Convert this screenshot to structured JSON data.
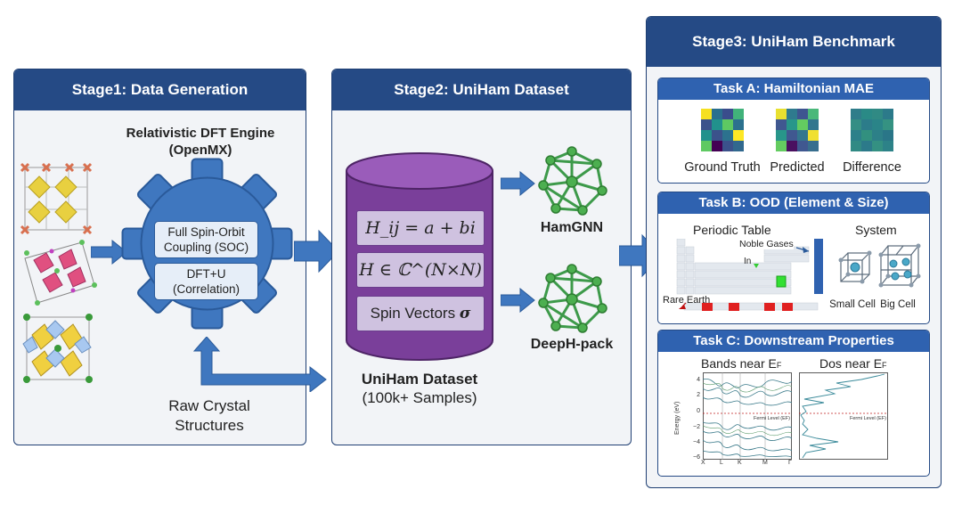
{
  "stage1": {
    "title": "Stage1:  Data Generation",
    "engine_line1": "Relativistic DFT Engine",
    "engine_line2": "(OpenMX)",
    "box1_line1": "Full Spin-Orbit",
    "box1_line2": "Coupling (SOC)",
    "box2_line1": "DFT+U",
    "box2_line2": "(Correlation)",
    "raw_line1": "Raw Crystal",
    "raw_line2": "Structures"
  },
  "stage2": {
    "title": "Stage2:  UniHam Dataset",
    "formula1": "H_ij = a + bi",
    "formula2": "H ∈ ℂ^(N×N)",
    "formula3_text": "Spin Vectors",
    "formula3_sym": "σ",
    "dataset_name": "UniHam Dataset",
    "dataset_count": "(100k+ Samples)",
    "model1": "HamGNN",
    "model2": "DeepH-pack"
  },
  "stage3": {
    "title": "Stage3:  UniHam Benchmark",
    "taskA": {
      "title": "Task A: Hamiltonian MAE",
      "labels": [
        "Ground Truth",
        "Predicted",
        "Difference"
      ]
    },
    "taskB": {
      "title": "Task B: OOD  (Element & Size)",
      "periodic_label": "Periodic Table",
      "system_label": "System",
      "noble_gases": "Noble Gases",
      "indium": "In",
      "rare_earth": "Rare Earth",
      "small_cell": "Small Cell",
      "big_cell": "Big Cell"
    },
    "taskC": {
      "title": "Task C: Downstream Properties",
      "bands_label": "Bands near E",
      "bands_sub": "F",
      "dos_label": "Dos near E",
      "dos_sub": "F",
      "ylabel": "Energy (eV)",
      "yticks": [
        "4",
        "2",
        "0",
        "−2",
        "−4",
        "−6"
      ],
      "xticks": [
        "X",
        "L",
        "K",
        "M",
        "Γ"
      ],
      "fermi_label": "Fermi Level (E",
      "fermi_sub": "F",
      "fermi_close": ")"
    }
  },
  "colors": {
    "header_blue": "#254a85",
    "task_blue": "#2f62b0",
    "gear_blue": "#3f77bf",
    "cylinder_purple": "#7a3f9a",
    "network_green": "#3d9a4a",
    "arrow_blue": "#3f77bf"
  }
}
